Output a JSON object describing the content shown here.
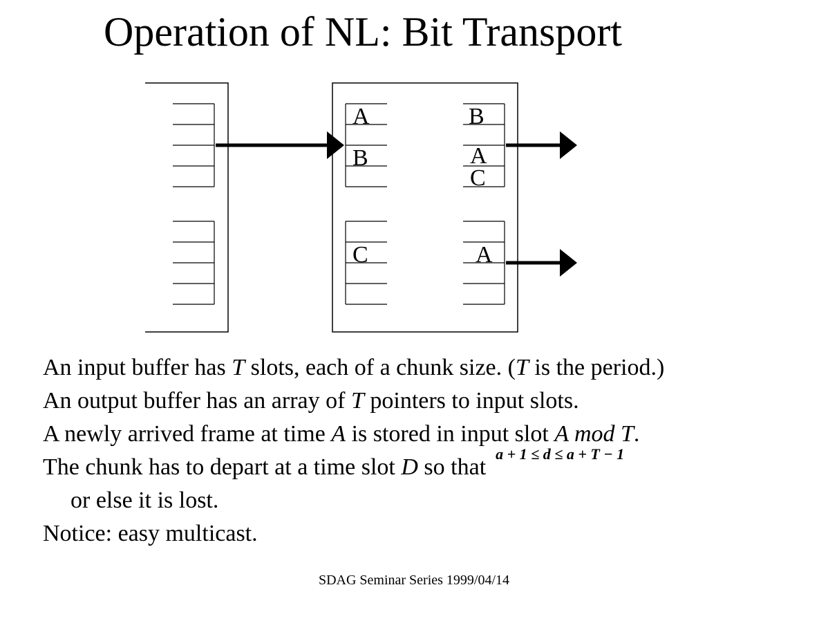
{
  "title": "Operation of NL: Bit Transport",
  "diagram": {
    "switch_slots": {
      "in_top_0": "A",
      "in_top_2": "B",
      "in_bottom_1": "C",
      "out_top_0": "B",
      "out_top_2": "A",
      "out_top_3": "C",
      "out_bottom_1": "A"
    }
  },
  "body": {
    "line1_pre": "An input buffer has ",
    "line1_T": "T",
    "line1_mid": " slots, each of a chunk size. (",
    "line1_T2": "T",
    "line1_post": " is the period.)",
    "line2_pre": "An output buffer has an array of ",
    "line2_T": "T",
    "line2_post": " pointers to input slots.",
    "line3_pre": "A newly arrived frame at time ",
    "line3_A": "A",
    "line3_mid": " is stored in input slot ",
    "line3_expr": "A mod T",
    "line3_post": ".",
    "line4_pre": "The chunk has to depart at a time slot ",
    "line4_D": "D",
    "line4_post": " so that",
    "formula": "a + 1 ≤ d ≤ a + T − 1",
    "line5": "or else it is lost.",
    "line6": "Notice: easy multicast."
  },
  "footer": "SDAG Seminar Series 1999/04/14"
}
